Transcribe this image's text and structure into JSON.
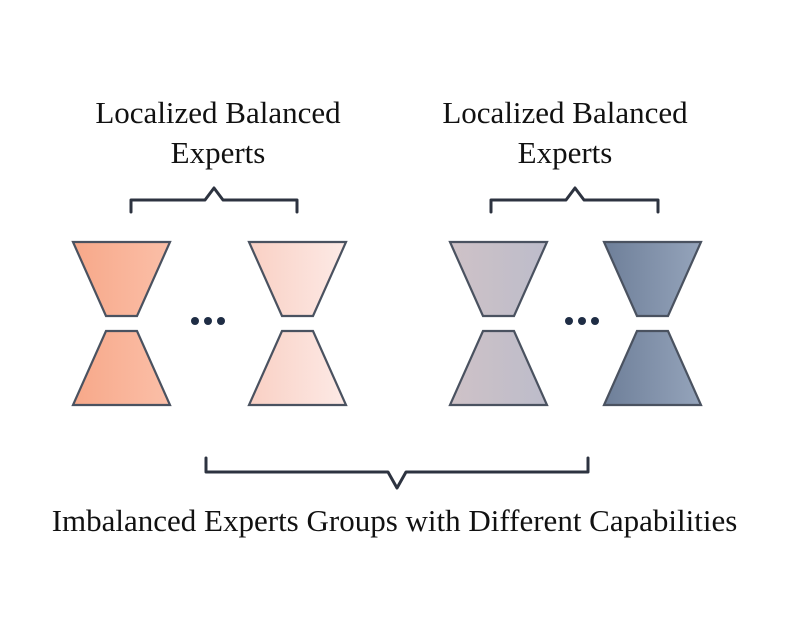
{
  "groups": [
    {
      "label_line1": "Localized Balanced",
      "label_line2": "Experts",
      "color_first": "#f7a889",
      "color_second": "#fde0d9"
    },
    {
      "label_line1": "Localized Balanced",
      "label_line2": "Experts",
      "color_first": "#d2c6cc",
      "color_second": "#7c8ca4"
    }
  ],
  "ellipsis": "•••",
  "bottom_label": "Imbalanced Experts Groups with Different Capabilities"
}
